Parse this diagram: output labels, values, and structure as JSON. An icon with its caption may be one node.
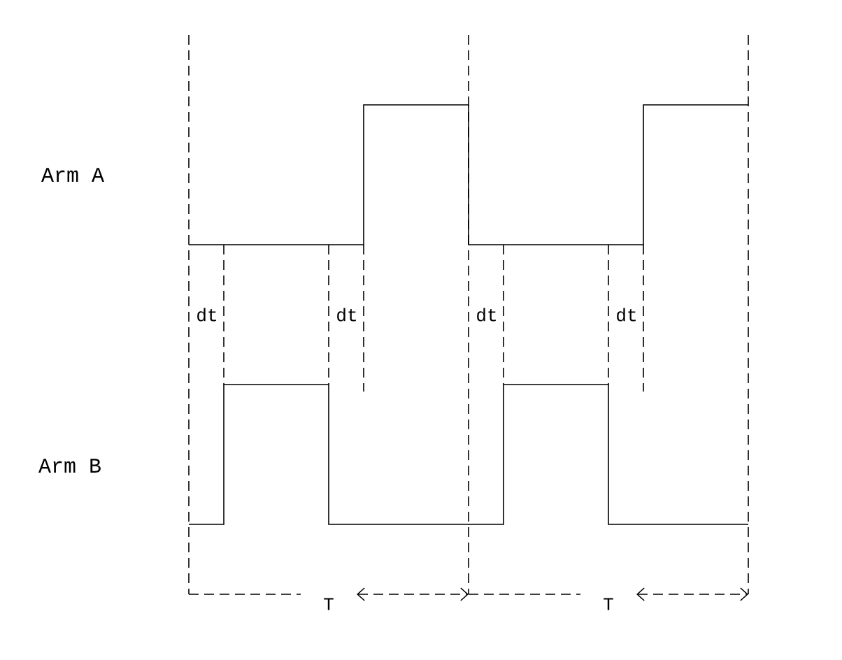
{
  "diagram": {
    "labels": [
      "Arm A",
      "Arm B",
      "dt",
      "dt",
      "dt",
      "dt",
      "T",
      "T"
    ]
  }
}
